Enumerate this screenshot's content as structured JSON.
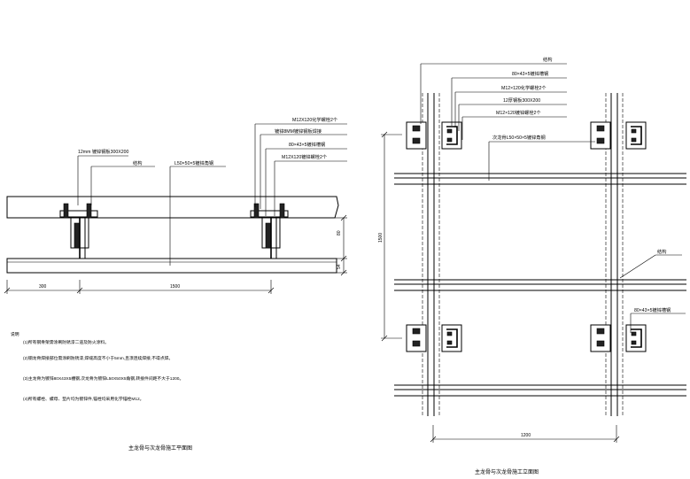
{
  "plan": {
    "labels": {
      "plate_left": "12mm 镀锌钢板300X200",
      "slab": "结构",
      "angle_rear": "L50×50×5镀锌角钢",
      "bolt_top": "M12X120化学螺栓2个",
      "plate_right": "镀锌8MM镀锌钢板焊接",
      "channel": "80×43×5镀锌槽钢",
      "bolt_bottom": "M12X120镀锌螺栓2个"
    },
    "dims": {
      "h_left": "300",
      "h_main": "1500",
      "v_upper": "80",
      "v_lower": "54"
    },
    "notes": {
      "heading": "说明",
      "n1": "(1)所有钢骨架需涂刷防锈漆二道及防火涂料。",
      "n2": "(2)钢龙骨焊接部位需涂刷防锈漆,焊缝高度不小于5mm,且须连续焊接,不得点焊。",
      "n3": "(3)主龙骨为镀锌80X43X5槽钢,次龙骨为镀锌L50X50X5角钢,转接件间距不大于1200。",
      "n4": "(4)所有螺栓、螺母、垫片均为镀锌件,锚栓均采用化学锚栓M12。"
    },
    "caption": "主龙骨与次龙骨施工平面图"
  },
  "elevation": {
    "labels": {
      "slab": "结构",
      "channel": "80×43×5镀锌槽钢",
      "bolt_top": "M12×120化学螺栓2个",
      "plate": "12厚钢板300X200",
      "bolt_bottom": "M12×120镀锌螺栓2个",
      "angle": "次龙骨L50×50×5镀锌角钢",
      "mid_slab": "结构",
      "channel_lower": "80×43×5镀锌槽钢"
    },
    "dims": {
      "vertical": "1500",
      "horizontal": "1200"
    },
    "caption": "主龙骨与次龙骨施工立面图"
  }
}
